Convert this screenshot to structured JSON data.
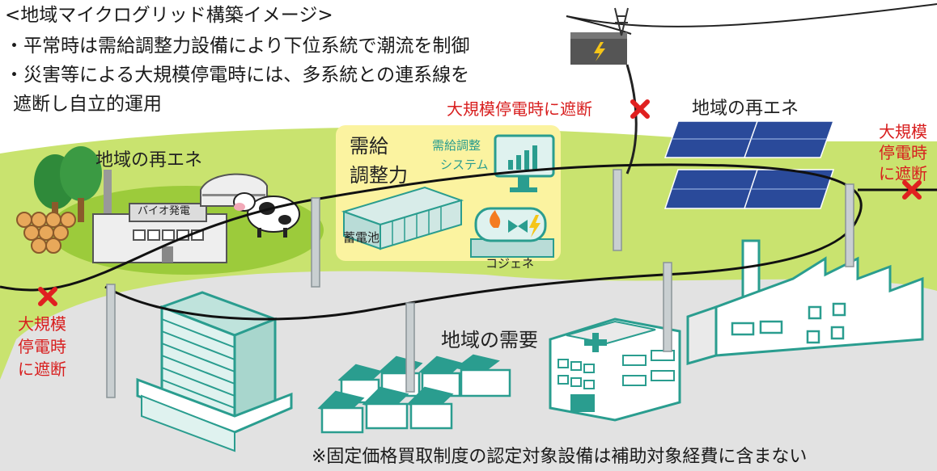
{
  "title": "<地域マイクログリッド構築イメージ>",
  "bullets": [
    "・平常時は需給調整力設備により下位系統で潮流を制御",
    "・災害等による大規模停電時には、多系統との連系線を",
    "遮断し自立的運用"
  ],
  "labels": {
    "cut_top": "大規模停電時に遮断",
    "cut_right_1": "大規模",
    "cut_right_2": "停電時",
    "cut_right_3": "に遮断",
    "cut_left_1": "大規模",
    "cut_left_2": "停電時",
    "cut_left_3": "に遮断",
    "renew_left": "地域の再エネ",
    "renew_right": "地域の再エネ",
    "bio": "バイオ発電",
    "adjust_1": "需給",
    "adjust_2": "調整力",
    "system_1": "需給調整",
    "system_2": "システム",
    "battery": "蓄電池",
    "cogen": "コジェネ",
    "demand": "地域の需要"
  },
  "footnote": "※固定価格買取制度の認定対象設備は補助対象経費に含まない",
  "colors": {
    "ground_green": "#c9e36f",
    "ground_gray": "#e0e0e0",
    "highlight": "#fbf3a0",
    "teal": "#2a9d8f",
    "cut_red": "#e02020",
    "label_red": "#d81e1e"
  }
}
